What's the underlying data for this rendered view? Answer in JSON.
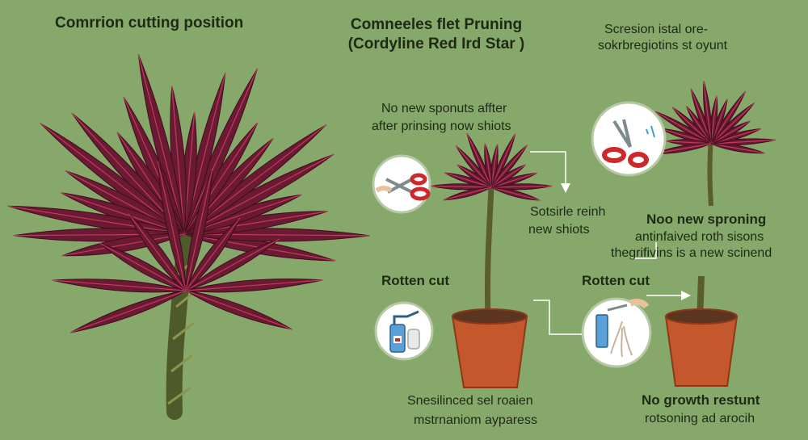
{
  "titles": {
    "left": "Comrrion cutting position",
    "center_line1": "Comneeles flet Pruning",
    "center_line2": "(Cordyline Red Ird Star )",
    "right_line1": "Scresion istal ore-",
    "right_line2": "sokrbregiotins st oyunt"
  },
  "labels": {
    "top_center_line1": "No new sponuts affter",
    "top_center_line2": "after prinsing now shiots",
    "mid_center_line1": "Sotsirle reinh",
    "mid_center_line2": "new shiots",
    "rotten_left": "Rotten cut",
    "rotten_right": "Rotten cut",
    "right_mid_line1": "Noo new sproning",
    "right_mid_line2": "antinfaived roth sisons",
    "right_mid_line3": "thegrifivins is a new scinend",
    "bottom_center_line1": "Snesilinced sel roaien",
    "bottom_center_line2": "mstrnaniom ayparess",
    "bottom_right_line1": "No growth restunt",
    "bottom_right_line2": "rotsoning ad arocih"
  },
  "colors": {
    "background": "#86a86b",
    "leaf": "#6b1a33",
    "leaf_vein": "#c23a5c",
    "pot": "#c4572c",
    "text": "#1e2a14"
  },
  "icons": [
    "pruning-shears-icon",
    "spray-bottle-icon",
    "hand-sprayer-icon"
  ]
}
